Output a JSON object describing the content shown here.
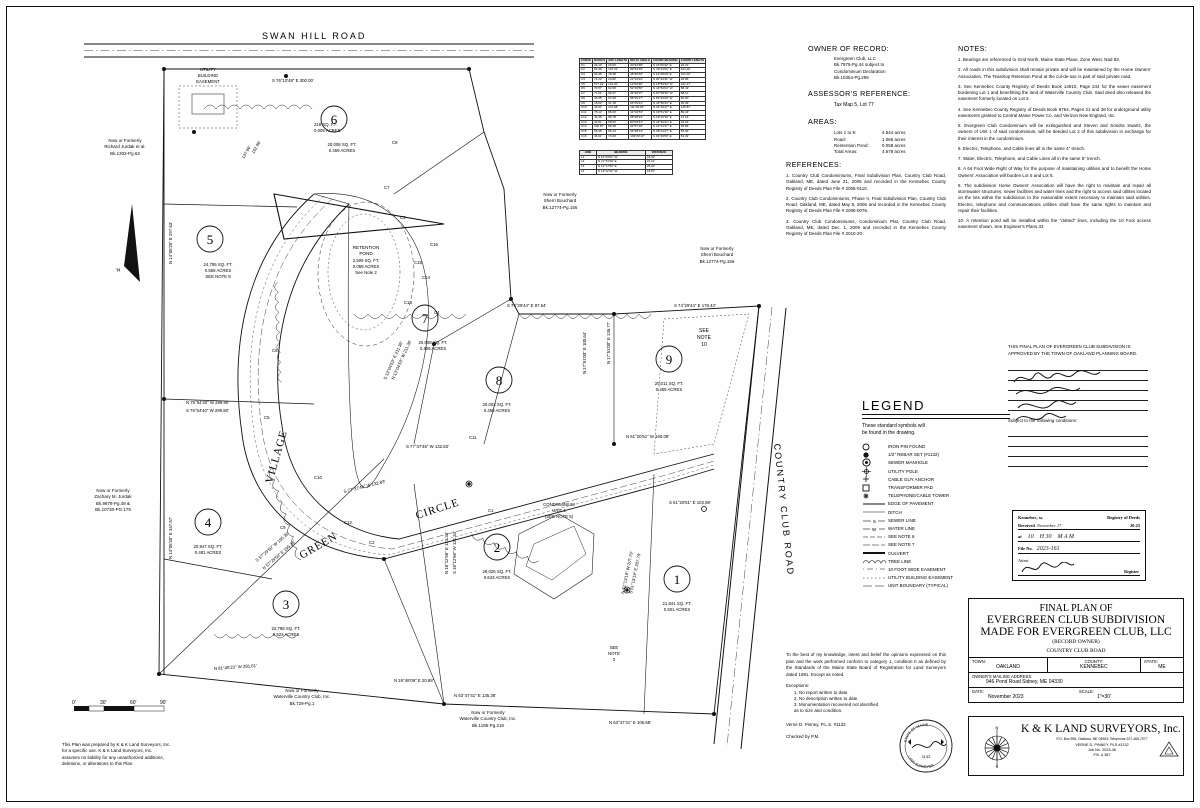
{
  "sheet": {
    "north_label": "N",
    "scale_bar": [
      "0'",
      "30'",
      "60'",
      "90'"
    ]
  },
  "owner_block": {
    "heading": "OWNER OF RECORD:",
    "lines": [
      "Evergreen Club, LLC",
      "Bk.7975-Pg.44 subject to",
      "Condominium Declaration",
      "Bk.10354-Pg.299"
    ],
    "assessor_heading": "ASSESSOR'S REFERENCE:",
    "assessor_value": "Tax Map 5, Lot 77",
    "areas_heading": "AREAS:",
    "areas": [
      {
        "label": "Lots 1 to 9:",
        "value": "4.544 acres"
      },
      {
        "label": "Road:",
        "value": "1.066 acres"
      },
      {
        "label": "Rentention Pond:",
        "value": "0.058 acres"
      },
      {
        "label": "Total Areas:",
        "value": "4.678 acres"
      }
    ]
  },
  "references": {
    "heading": "REFERENCES:",
    "items": [
      "1. Country Club Condominiums, Final Subdivision Plan, Country Club Road, Oakland, ME, dated June 21, 2005 and recorded in the Kennebec County Registry of Deeds Plan File # 2005-0110.",
      "2. Country Club Condominiums, Phase II, Final Subdivision Plan, Country Club Road, Oakland, ME, dated May 8, 2006 and recorded in the Kennebec County Registry of Deeds Plan File # 2006-0076.",
      "3. Country Club Condominiums, Condominium Plat, Country Club Road, Oakland, ME, dated Dec. 1, 2009 and recorded in the Kennebec County Registry of Deeds Plan File # 2010-20."
    ]
  },
  "notes": {
    "heading": "NOTES:",
    "items": [
      "1. Bearings are referenced to Grid North, Maine State Plane, Zone West, Nad 83.",
      "2. All roads in this subdivision shall remain private and will be maintained by the Home Owners' Association. The Teardrop Retention Pond at the cul-de-sac is part of said private road.",
      "3. See Kennebec County Registry of Deeds Book 14910, Page 244 for the sewer easement burdening Lot 1 and benefitting the land of Waterville Country Club. Said deed also released the easement formerly located on Lot 3.",
      "4. See Kennebec County Registry of Deeds Book 8764, Pages 21 and 38 for underground utility easements granted to Central Maine Power Co. and Verizon New England, Inc.",
      "5. Evergreen Club Condominium will be extinguished and Steven and Sondra Swartz, the owners of Unit 1 of said condominium, will be deeded Lot 2 of this subdivision in exchange for their interest in the condominium.",
      "6. Electric, Telephone, and Cable lines all in the same 4\" trench.",
      "7. Water, Electric, Telephone, and Cable Lines all in the same 5\" trench.",
      "8. A 64 Foot Wide Right of Way for the purpose of maintaining utilities and to benefit the Home Owners' Association will burden Lot 5 and Lot 6.",
      "9. The subdivision Home Owners' Association will have the right to maintain and repair all stormwater structures, sewer facilities and water lines and the right to access said utilites located on the lots within the subdivision to the reasonable extent necessary to maintain said utilities.  Electric, telephone and communications utilities shall have the same rights to maintain and repair their facilities.",
      "10. A retention pond will be installed within the \"dotted\" lines, including the 10 Foot access easement shown.  See Engineer's Plans.33"
    ]
  },
  "curve_table": {
    "headers": [
      "CURVE",
      "RADIUS",
      "ARC LENGTH",
      "DELTA ANGLE",
      "CHORD BEARING",
      "CHORD LENGTH"
    ],
    "rows": [
      [
        "C1",
        "29.13'",
        "20.63'",
        "40°34'38\"",
        "S 41°06'32\" E",
        "20.21'"
      ],
      [
        "C2",
        "63.36'",
        "107.31'",
        "89°53'39\"",
        "N 49°14'01\" E",
        "101.00'"
      ],
      [
        "C3",
        "63.36'",
        "78.48'",
        "48°46'49\"",
        "S 12°28'29\" E",
        "101.00'"
      ],
      [
        "C4",
        "71.22'",
        "24.82'",
        "21°34'24\"",
        "S 32°34'41\" W",
        "26.86'"
      ],
      [
        "C5",
        "577.91'",
        "131.20'",
        "13°02'36\"",
        "N 18°56'30\" W",
        "101.17'"
      ],
      [
        "C6",
        "79.57'",
        "92.09'",
        "52°49'56\"",
        "N 44°54'04\" W",
        "88.43'"
      ],
      [
        "C7",
        "71.61'",
        "96.07'",
        "49°26'07\"",
        "N 87°08'36\" W",
        "88.11'"
      ],
      [
        "C8",
        "43.35'",
        "67.09'",
        "88°39'17\"",
        "S 54°34'23\" W",
        "60.00'"
      ],
      [
        "C9",
        "18.62'",
        "31.18'",
        "64°05'21\"",
        "N 44°50'24\" E",
        "30.09'"
      ],
      [
        "C10",
        "39.31'",
        "147.68'",
        "111°02'33\"",
        "N 34°18'47\" E",
        "125.87'"
      ],
      [
        "C11",
        "78.12'",
        "86.63'",
        "41°02'53\"",
        "N 39°51'36\" E",
        "80.43'"
      ],
      [
        "C12",
        "43.36'",
        "89.78'",
        "38°28'24\"",
        "N 18°10'30\" E",
        "41.16'"
      ],
      [
        "C13",
        "43.91'",
        "68.63'",
        "80°09'41\"",
        "N 44°32'21\" E",
        "42.01'"
      ],
      [
        "C14",
        "100.87'",
        "58.48'",
        "32°57'18\"",
        "N 22°41'37\" E",
        "56.84'"
      ],
      [
        "C15",
        "53.46'",
        "59.14'",
        "66°38'14\"",
        "N 38°14'47\" E",
        "55.66'"
      ],
      [
        "C16",
        "36.91'",
        "74.90'",
        "109°00'13\"",
        "S 01°49'53\" E",
        "52.29'"
      ]
    ]
  },
  "line_table": {
    "headers": [
      "LINE",
      "BEARING",
      "DISTANCE"
    ],
    "rows": [
      [
        "L1",
        "N 61°20'51\" W",
        "16.32'"
      ],
      [
        "L2",
        "N 71°33'46\" E",
        "21.21'"
      ],
      [
        "L3",
        "N 12°17'52\" E",
        "26.94'"
      ],
      [
        "L4",
        "S 14°12'41\" W",
        "18.87'"
      ]
    ]
  },
  "legend": {
    "title": "LEGEND",
    "subtitle": [
      "These standard symbols will",
      "be found in the drawing."
    ],
    "items": [
      {
        "symbol": "open-circle",
        "label": "IRON PIN FOUND"
      },
      {
        "symbol": "filled-circle",
        "label": "1/2\" REBAR SET (#1132)"
      },
      {
        "symbol": "manhole",
        "label": "SEWER MANHOLE"
      },
      {
        "symbol": "utility-pole",
        "label": "UTILITY POLE"
      },
      {
        "symbol": "guy-anchor",
        "label": "CABLE GUY ANCHOR"
      },
      {
        "symbol": "square",
        "label": "TRANSFORMER PAD"
      },
      {
        "symbol": "tower",
        "label": "TELEPHONE/CABLE TOWER"
      },
      {
        "symbol": "solid-line",
        "label": "EDGE OF PAVEMENT"
      },
      {
        "symbol": "thin-line",
        "label": "DITCH"
      },
      {
        "symbol": "s-line",
        "label": "SEWER LINE"
      },
      {
        "symbol": "w-line",
        "label": "WATER LINE"
      },
      {
        "symbol": "note6-line",
        "label": "SEE NOTE 6"
      },
      {
        "symbol": "note7-line",
        "label": "SEE NOTE 7"
      },
      {
        "symbol": "thick-line",
        "label": "CULVERT"
      },
      {
        "symbol": "tree-line",
        "label": "TREE LINE"
      },
      {
        "symbol": "dash-dot",
        "label": "10 FOOT WIDE EASEMENT"
      },
      {
        "symbol": "dot-line",
        "label": "UTILITY BUILDING EASEMENT"
      },
      {
        "symbol": "long-dash",
        "label": "UNIT BOUNDARY (TYPICAL)"
      }
    ]
  },
  "approval_block": {
    "text": "THIS FINAL PLAN OF EVERGREEN CLUB SUBDIVISION IS APPROVED BY THE TOWN OF OAKLAND PLANNING BOARD.",
    "conditions_label": "Subject to the following conditions:"
  },
  "registry_block": {
    "county": "Kennebec, ss.",
    "title": "Registry of Deeds",
    "received_label": "Received",
    "received_value": "November 17",
    "received_year": "20.23",
    "at_label": "at",
    "at_h": "10",
    "at_m": "H 30",
    "at_ampm": "M  A  M",
    "file_label": "File No.",
    "file_value": "2023-161",
    "attest_label": "Attest",
    "register_label": "Register"
  },
  "title_block": {
    "line1": "FINAL PLAN OF",
    "line2": "EVERGREEN CLUB SUBDIVISION",
    "line3": "MADE FOR EVERGREEN CLUB, LLC",
    "line4": "(RECORD OWNER)",
    "line5": "COUNTRY CLUB ROAD",
    "town_label": "TOWN:",
    "town_value": "OAKLAND",
    "county_label": "COUNTY:",
    "county_value": "KENNEBEC",
    "state_label": "STATE:",
    "state_value": "ME",
    "mailing_label": "OWNER'S MAILING ADDRESS:",
    "mailing_value": "946 Pond Road Sidney, ME 04330",
    "date_label": "DATE:",
    "date_value": "November  2023",
    "scale_label": "SCALE:",
    "scale_value": "1\"=30'",
    "firm": "K & K LAND SURVEYORS, Inc.",
    "firm_address": "P.O. Box 596, Oakland, ME 04963; Telephone 207-465-7077",
    "firm_surveyor": "VERNE D. PINNEY, PLS #1132",
    "firm_job": "Job No.  2023-46",
    "firm_fb": "F.B. #  387"
  },
  "certification": {
    "text": "To the best of my knowledge, intent and belief the opinions expressed on this plan and the work performed conform to category 1, condition II as defined by the Standards of the Maine State Board of Registration for Land Surveyors dated 1991. Except as noted.",
    "exceptions_label": "Exceptions:",
    "exceptions": [
      "1.     No report written to date.",
      "2.     No description written to date.",
      "3.     Monumentation recovered not identified",
      "        as to size and condition."
    ],
    "signer": "Verne D. Pinney, P.L.S. #1132",
    "checked": "Checked by P.M.",
    "seal_top": "STATE OF MAINE",
    "seal_bottom": "LAND SURVEYOR",
    "seal_num": "1132"
  },
  "disclaimer": {
    "lines": [
      "This Plan was prepared by K & K Land Surveyors, Inc.",
      "for a specific use.  K & K Land Surveyors, Inc.",
      "assumes no liability for any unauthorized additions,",
      "deletions, or alterations to this Plan."
    ]
  },
  "map": {
    "roads": {
      "top": "SWAN HILL ROAD",
      "right": "COUNTRY CLUB ROAD",
      "interior": "VILLAGE GREEN CIRCLE"
    },
    "lots": [
      {
        "number": "1",
        "sqft": "21,841 SQ. FT.",
        "acres": "0.501 ACRES"
      },
      {
        "number": "2",
        "sqft": "28,026 SQ. FT.",
        "acres": "0.643 ACRES"
      },
      {
        "number": "3",
        "sqft": "22,798 SQ. FT.",
        "acres": "0.523 ACRES"
      },
      {
        "number": "4",
        "sqft": "20,947 SQ. FT.",
        "acres": "0.481 ACRES"
      },
      {
        "number": "5",
        "sqft": "24,795 SQ. FT.",
        "acres": "0.569 ACRES",
        "note": "SEE NOTE 8"
      },
      {
        "number": "6",
        "sqft": "20,008 SQ. FT.",
        "acres": "0.459 ACRES"
      },
      {
        "number": "7",
        "sqft": "20,008 SQ. FT.",
        "acres": "0.459 ACRES"
      },
      {
        "number": "8",
        "sqft": "20,003 SQ. FT.",
        "acres": "0.459 ACRES"
      },
      {
        "number": "9",
        "sqft": "20,011 SQ. FT.",
        "acres": "0.459 ACRES"
      }
    ],
    "retention_pond": {
      "title1": "RETENTION",
      "title2": "POND",
      "sqft": "2,509 SQ. FT.",
      "acres": "0.058 ACRES",
      "note": "See Note 2"
    },
    "utility_building": [
      "UTILITY",
      "BUILDING",
      "EASEMENT"
    ],
    "condominium": [
      "CONDOMINIUM",
      "UNIT 1",
      "(SEE NOTE 5)"
    ],
    "see_note_10": [
      "SEE",
      "NOTE",
      "10"
    ],
    "see_note_3": [
      "SEE",
      "NOTE",
      "3"
    ],
    "abutters": [
      {
        "lines": [
          "Now or Formerly",
          "Richard Jurdak et al.",
          "Bk.1302-Pg.63"
        ]
      },
      {
        "lines": [
          "Now or Formerly",
          "Sherri Bouchard",
          "Bk.12774-Pg.156"
        ]
      },
      {
        "lines": [
          "Now or Formerly",
          "Sherri Bouchard",
          "Bk.12774-Pg.156"
        ]
      },
      {
        "lines": [
          "Now or Formerly",
          "Zachary M. Jurdak",
          "Bk.9878-Pg.48 &",
          "Bk.10730-PG.179"
        ]
      },
      {
        "lines": [
          "Now or Formerly",
          "Waterville Country Club, Inc.",
          "Bk.729-Pg.1"
        ]
      },
      {
        "lines": [
          "Now or Formerly",
          "Waterville Country Club, Inc.",
          "Bk.1195-Pg.219"
        ]
      }
    ],
    "bearings": [
      "S 76°10'48\" E  300.00'",
      "S 74°29'44\" E  97.54'",
      "S 74°29'44\" E  178.43'",
      "N 61°20'51\" W  160.08'",
      "S 61°20'51\" E  103.98'",
      "S 77°37'46\" W  132.83'",
      "S 77°37'46\" W  132.83'",
      "S 75°54'40\" W  299.80'",
      "N 75°54'40\" W  299.80'",
      "N 14°05'20\" E  297.63'",
      "N 14°05'20\" E  347.67'",
      "N 17°51'00\" E  100.64'",
      "N 17°51'00\" E  136.77'",
      "N 81°45'23\" W  281.61'",
      "N 19°48'09\" E  20.98'",
      "N 63°47'41\" E  135.38'",
      "N 63°47'41\" E  106.68'",
      "S 57°29'50\" W  195.36'",
      "N 57°29'50\" E  195.36'",
      "N 18°12'56\" E  121.34'",
      "S 18°12'56\" W  121.34'",
      "S 13°04'53\" E  211.36'",
      "N 13°04'53\" W  211.36'",
      "N 51°13'19\" W  207.79'",
      "S 51°13'19\" E  207.79'",
      "137.96'",
      "152.96'",
      "218 SQ. FT.",
      "0.005 ACRES"
    ]
  }
}
